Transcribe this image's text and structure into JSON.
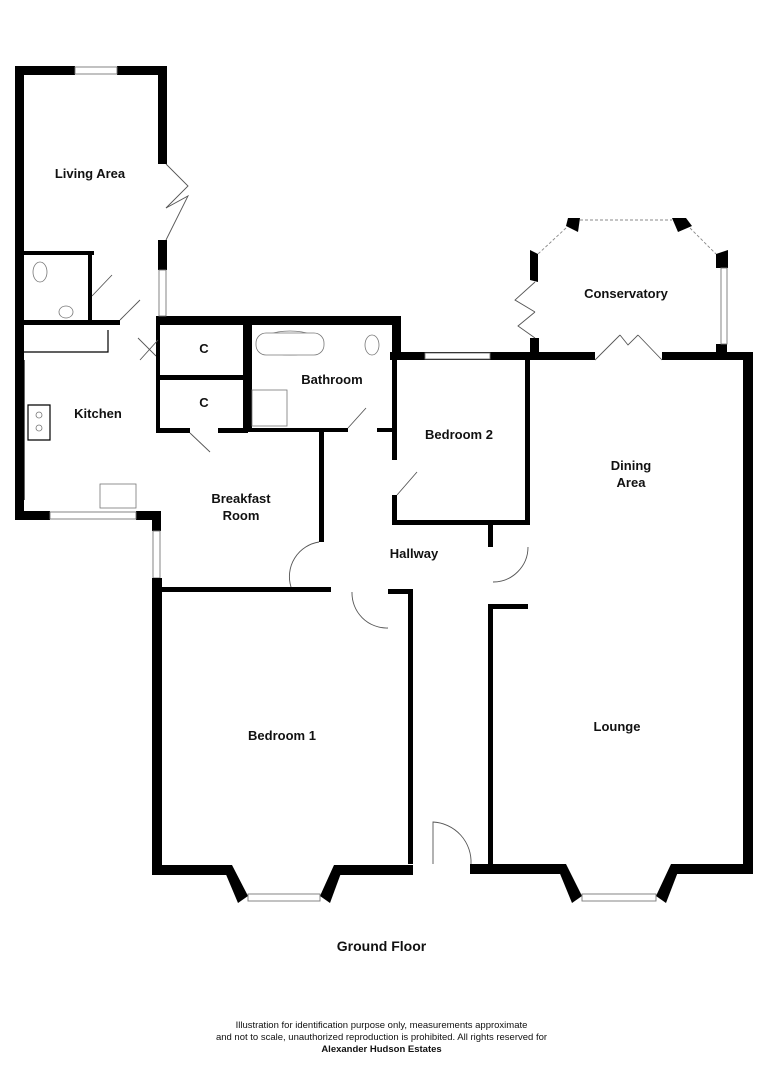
{
  "rooms": {
    "living_area": "Living Area",
    "conservatory": "Conservatory",
    "kitchen": "Kitchen",
    "bathroom": "Bathroom",
    "cupboard_1": "C",
    "cupboard_2": "C",
    "bedroom_2": "Bedroom 2",
    "dining_area_line1": "Dining",
    "dining_area_line2": "Area",
    "breakfast_room_line1": "Breakfast",
    "breakfast_room_line2": "Room",
    "hallway": "Hallway",
    "bedroom_1": "Bedroom 1",
    "lounge": "Lounge"
  },
  "floor_title": "Ground Floor",
  "disclaimer": {
    "line1": "Illustration for identification purpose only, measurements approximate",
    "line2": "and not to scale, unauthorized reproduction is prohibited. All rights reserved for",
    "firm": "Alexander Hudson Estates"
  }
}
